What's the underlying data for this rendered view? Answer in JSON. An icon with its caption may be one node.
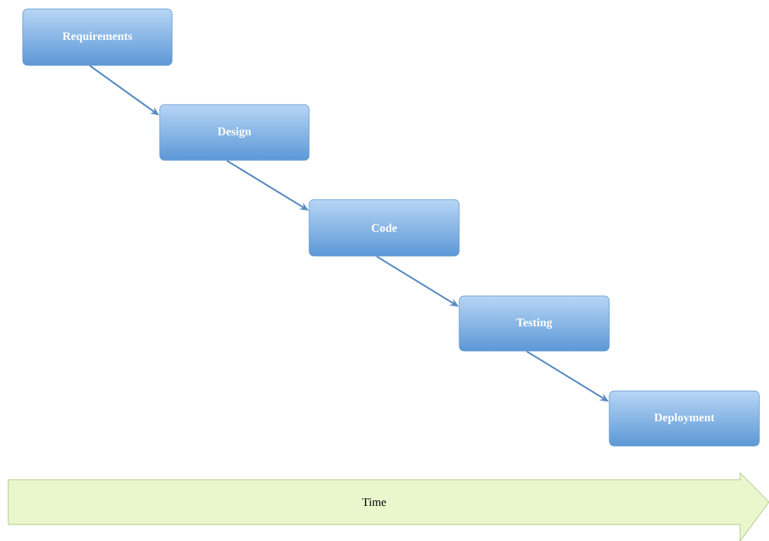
{
  "diagram": {
    "nodes": [
      {
        "text": [
          "Requirements"
        ]
      },
      {
        "text": [
          "Design"
        ]
      },
      {
        "text": [
          "Code"
        ]
      },
      {
        "text": [
          "Testing"
        ]
      },
      {
        "text": [
          "Deployment"
        ]
      },
      {
        "text": [
          "Time"
        ]
      }
    ],
    "edges": [
      {
        "from": 0,
        "to": 1,
        "arrow": "to"
      },
      {
        "from": 1,
        "to": 2,
        "arrow": "to"
      },
      {
        "from": 2,
        "to": 3,
        "arrow": "to"
      },
      {
        "from": 3,
        "to": 4,
        "arrow": "to"
      }
    ]
  }
}
